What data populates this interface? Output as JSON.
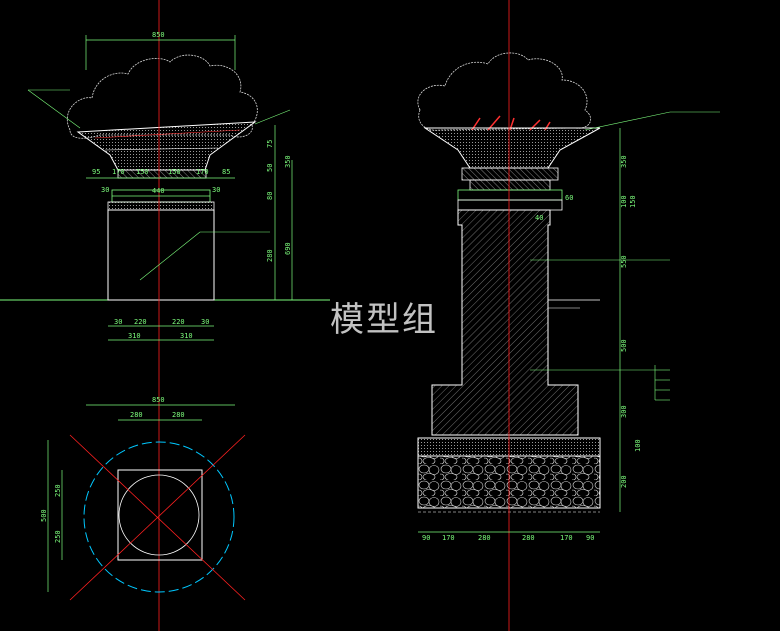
{
  "watermark": "模型组",
  "colors": {
    "background": "#000000",
    "centerline": "#FF2020",
    "dimension": "#7CFC7C",
    "outline": "#FFFFFF",
    "plant": "#D8D8D8",
    "cyan": "#00C8FF",
    "red_plant": "#FF3030"
  },
  "left_elevation": {
    "top_width": "850",
    "bowl_dims": [
      "95",
      "170",
      "150",
      "150",
      "170",
      "85"
    ],
    "base_width": "440",
    "side_dims": [
      "75",
      "50",
      "350",
      "80",
      "280",
      "690"
    ],
    "bottom_dims": [
      "30",
      "220",
      "220",
      "30"
    ],
    "bottom_half": [
      "310",
      "310"
    ],
    "small_30": [
      "30",
      "30"
    ]
  },
  "plan": {
    "outer": "850",
    "top_dims": [
      "280",
      "280"
    ],
    "left_dims": [
      "500",
      "250",
      "250"
    ]
  },
  "section": {
    "right_dims": [
      "350",
      "100",
      "150",
      "550",
      "500",
      "300",
      "100",
      "200"
    ],
    "bottom_dims": [
      "90",
      "170",
      "280",
      "280",
      "170",
      "90"
    ],
    "small_60": "60",
    "small_40": "40"
  }
}
